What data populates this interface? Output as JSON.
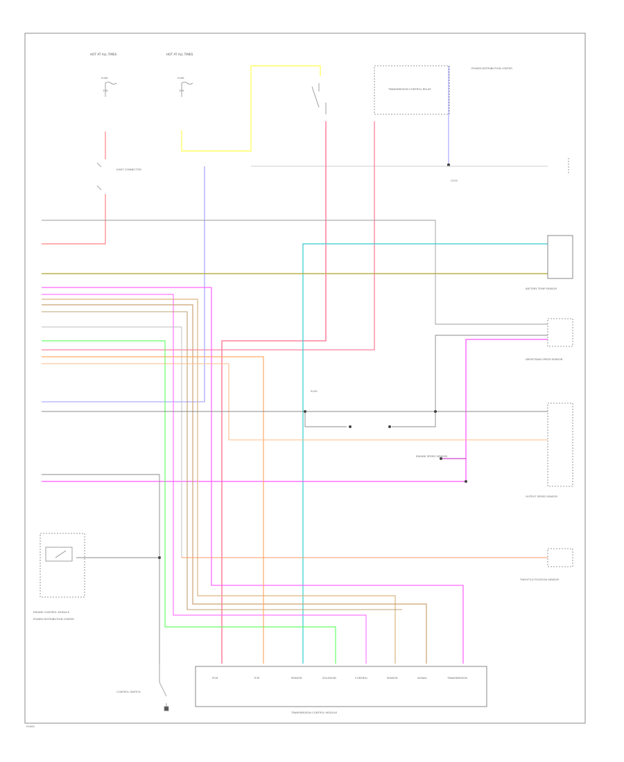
{
  "diagram": {
    "hot_labels": [
      "HOT AT ALL TIMES",
      "HOT AT ALL TIMES"
    ],
    "fuse_labels": [
      "FUSE",
      "FUSE"
    ],
    "fuse_values": [
      "15A",
      "10A"
    ],
    "power_dist_top": "POWER DISTRIBUTION CENTER",
    "power_dist_bottom": "POWER DISTRIBUTION CENTER",
    "relay_label": "TRANSMISSION CONTROL RELAY",
    "connector_label": "JOINT CONNECTOR",
    "splice_label": "S105",
    "ground_label": "G101",
    "sensor_labels": [
      "BATTERY TEMP SENSOR",
      "DRIVETRAIN SPEED SENSOR",
      "OUTPUT SPEED SENSOR",
      "THROTTLE POSITION SENSOR",
      "ENGINE SPEED SENSOR",
      "CONTROL SWITCH"
    ],
    "pcm_pins": [
      "PCM",
      "TCM",
      "SENSOR",
      "SOLENOID",
      "CONTROL",
      "SENSOR",
      "SIGNAL",
      "TRANSMISSION"
    ],
    "tcm_title": "TRANSMISSION CONTROL MODULE",
    "left_module": "ENGINE CONTROL MODULE",
    "footer_code": "F0000"
  }
}
